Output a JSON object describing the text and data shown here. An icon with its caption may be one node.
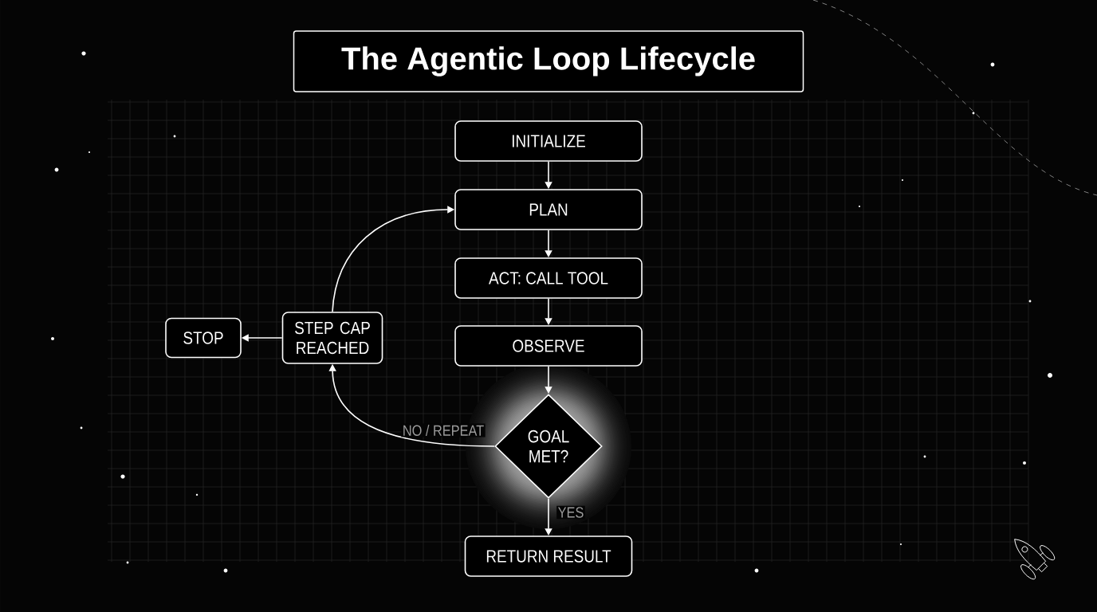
{
  "diagram": {
    "title": "The Agentic Loop Lifecycle",
    "nodes": [
      {
        "text": [
          "INITIALIZE"
        ]
      },
      {
        "text": [
          "PLAN"
        ]
      },
      {
        "text": [
          "ACT: CALL TOOL"
        ]
      },
      {
        "text": [
          "OBSERVE"
        ]
      },
      {
        "text": [
          "GOAL MET?"
        ]
      },
      {
        "text": [
          "RETURN RESULT"
        ]
      },
      {
        "text": [
          "STEP CAP REACHED"
        ]
      },
      {
        "text": [
          "STOP"
        ]
      }
    ],
    "edges": [
      {
        "from": 0,
        "to": 1,
        "arrow": "to"
      },
      {
        "from": 1,
        "to": 2,
        "arrow": "to"
      },
      {
        "from": 2,
        "to": 3,
        "arrow": "to"
      },
      {
        "from": 3,
        "to": 4,
        "arrow": "to"
      },
      {
        "from": 4,
        "to": 5,
        "arrow": "to",
        "label": "YES"
      },
      {
        "from": 4,
        "to": 6,
        "arrow": "to",
        "label": "NO / REPEAT"
      },
      {
        "from": 6,
        "to": 1,
        "arrow": "to"
      },
      {
        "from": 6,
        "to": 7,
        "arrow": "to"
      }
    ]
  }
}
